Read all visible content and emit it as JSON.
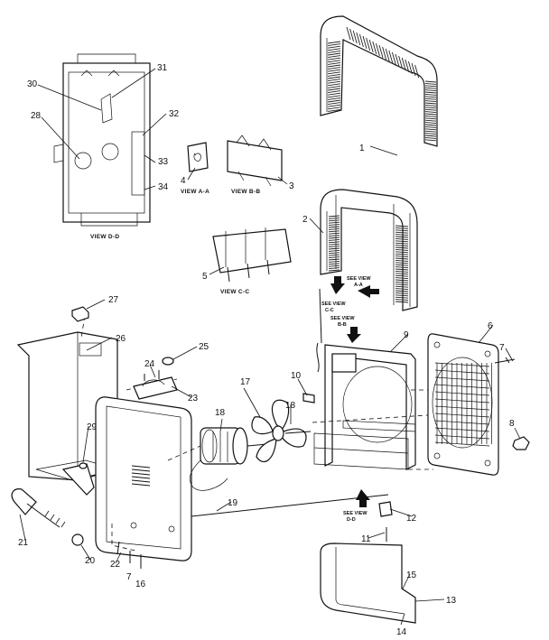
{
  "callouts": [
    "1",
    "2",
    "3",
    "4",
    "5",
    "6",
    "7",
    "8",
    "9",
    "10",
    "11",
    "12",
    "13",
    "14",
    "15",
    "16",
    "17",
    "18",
    "18",
    "19",
    "20",
    "21",
    "22",
    "23",
    "24",
    "25",
    "26",
    "27",
    "28",
    "29",
    "30",
    "31",
    "32",
    "33",
    "34",
    "7",
    "16"
  ],
  "views": {
    "d": "VIEW D-D",
    "a": "VIEW A-A",
    "b": "VIEW B-B",
    "c": "VIEW C-C"
  },
  "see_views": {
    "a": [
      "SEE VIEW",
      "A-A"
    ],
    "c": [
      "SEE VIEW",
      "C-C"
    ],
    "b": [
      "SEE VIEW",
      "B-B"
    ],
    "d": [
      "SEE VIEW",
      "D-D"
    ]
  }
}
